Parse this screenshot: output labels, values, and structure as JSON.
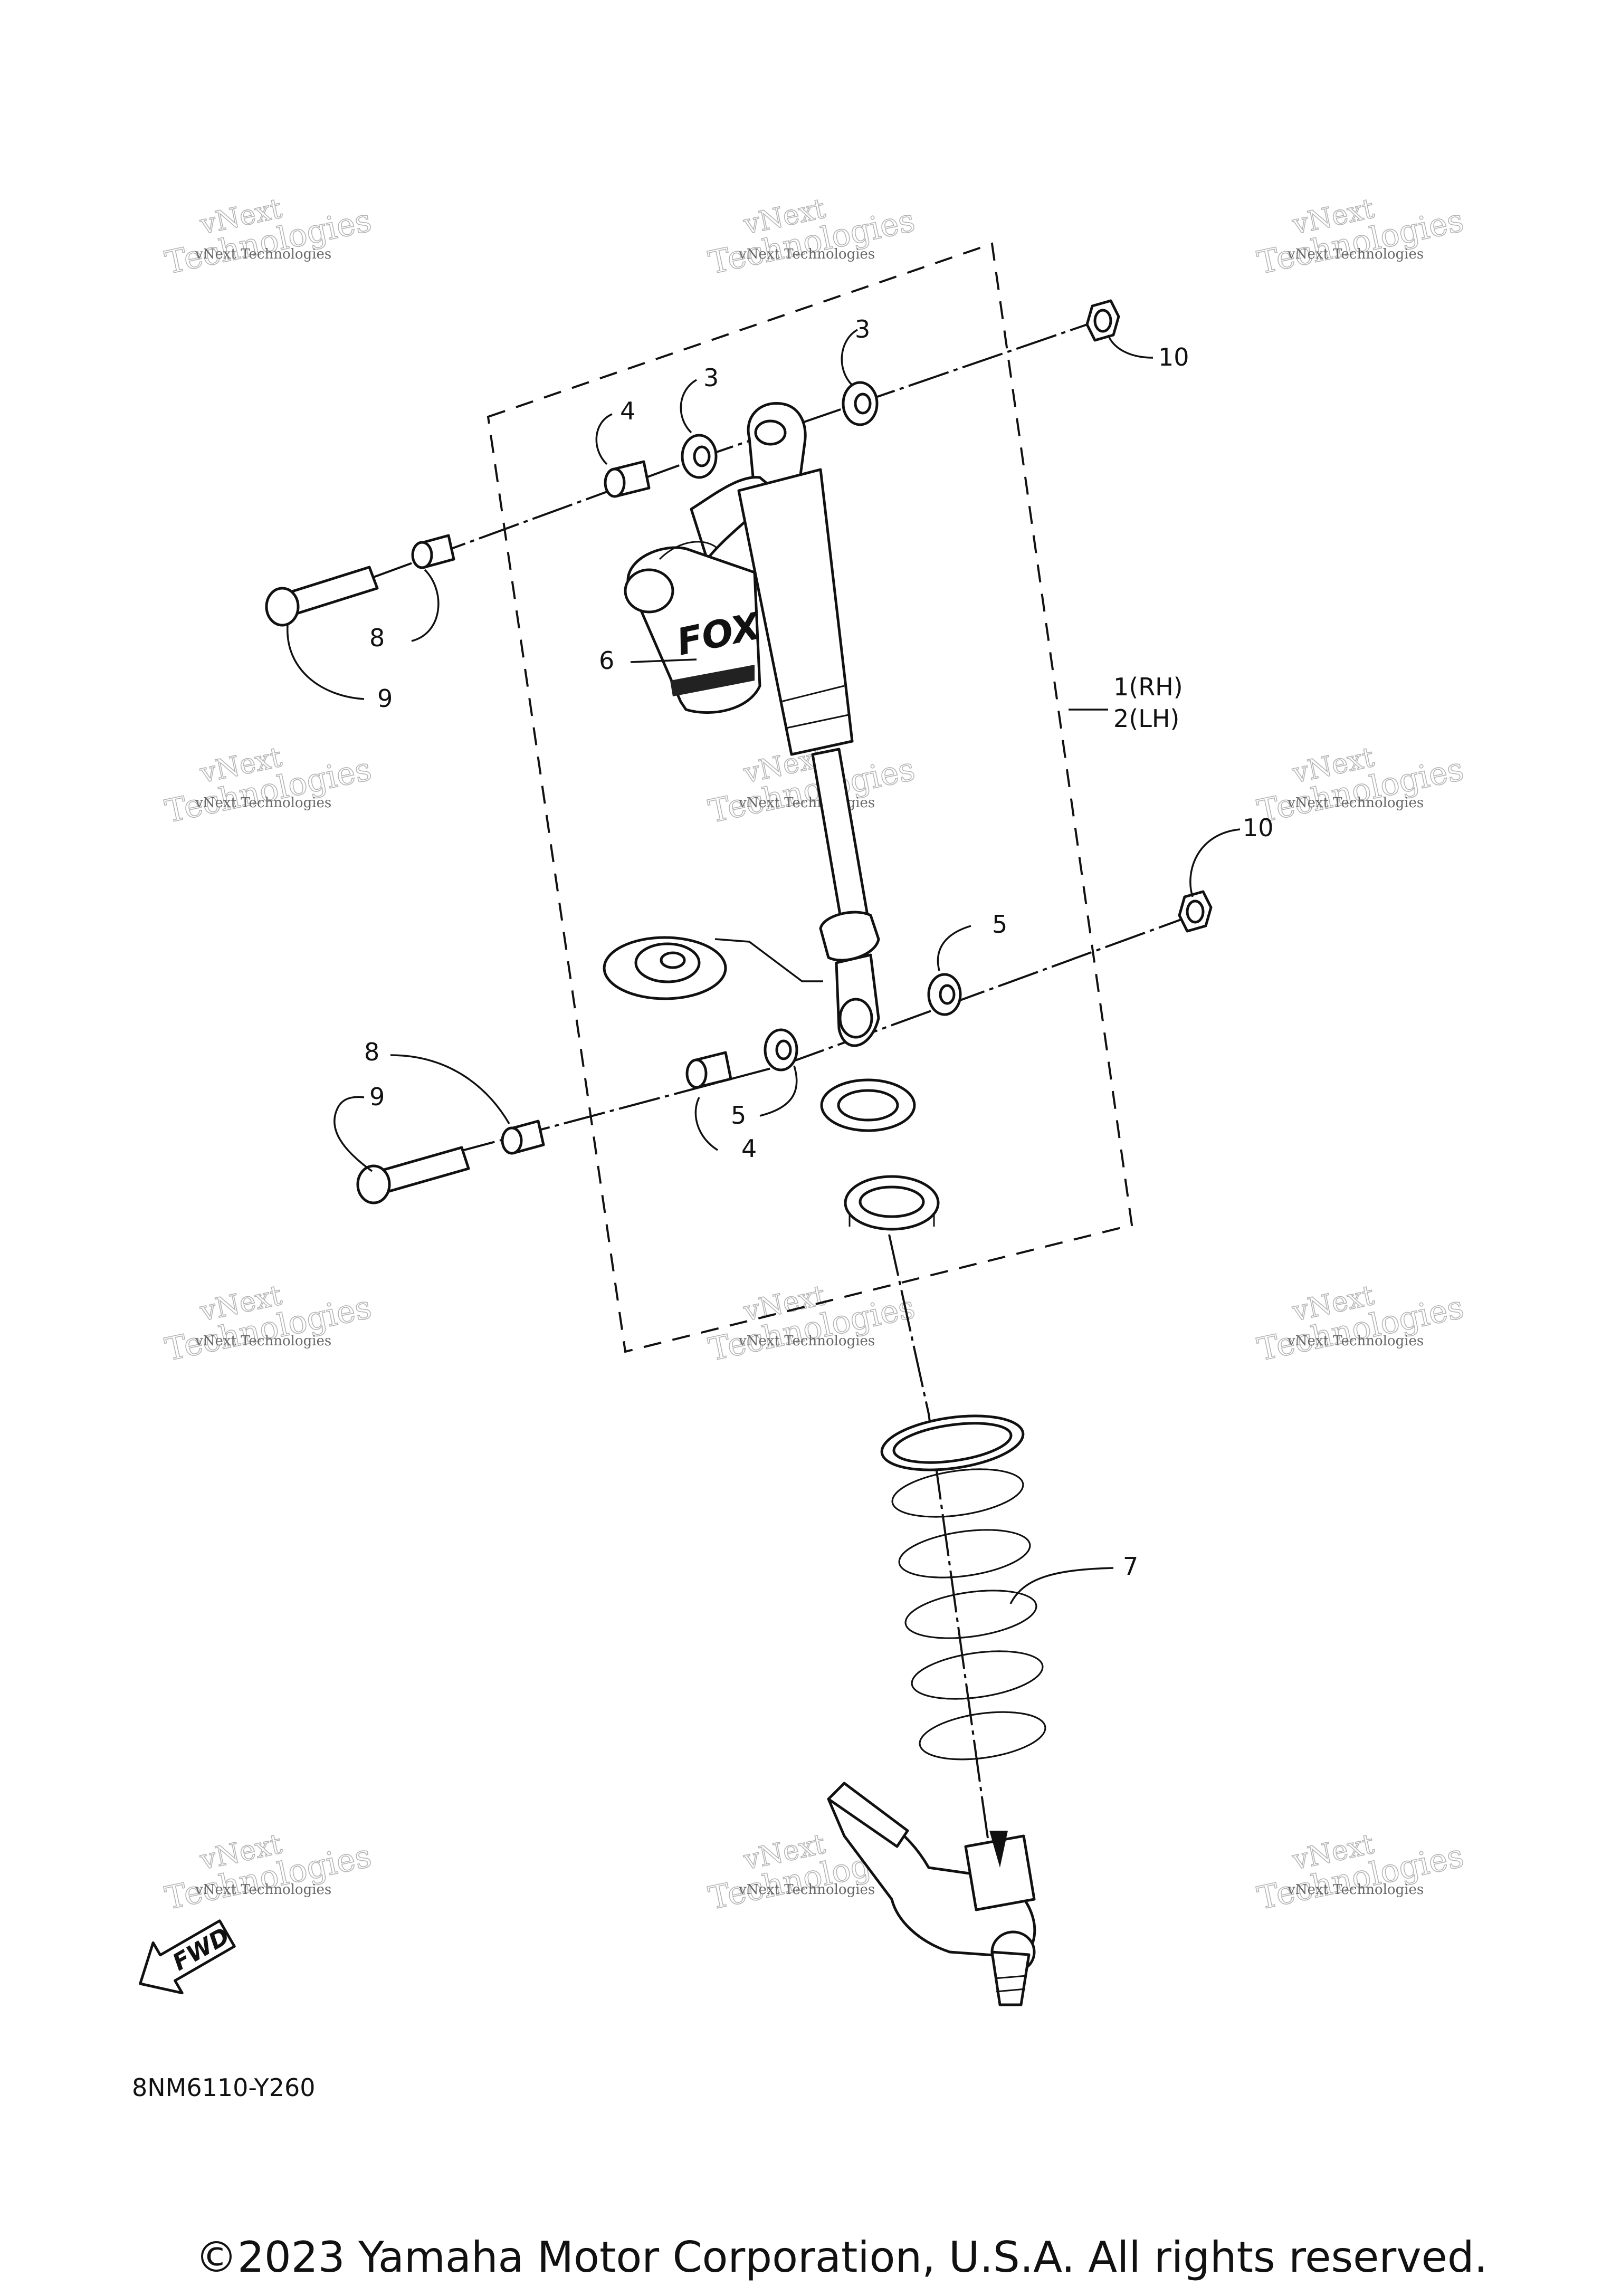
{
  "callouts": {
    "c1": "1(RH)",
    "c2": "2(LH)",
    "c3a": "3",
    "c3b": "3",
    "c4a": "4",
    "c4b": "4",
    "c5a": "5",
    "c5b": "5",
    "c6": "6",
    "c7": "7",
    "c8a": "8",
    "c8b": "8",
    "c9a": "9",
    "c9b": "9",
    "c10a": "10",
    "c10b": "10"
  },
  "watermark": {
    "line1": "vNext Technologies",
    "outline_top": "vNext",
    "outline_bottom": "Technologies"
  },
  "brand_logo_text": "FOX",
  "fwd_arrow_label": "FWD",
  "diagram_code": "8NM6110-Y260",
  "copyright": "©2023 Yamaha Motor Corporation, U.S.A. All rights reserved."
}
